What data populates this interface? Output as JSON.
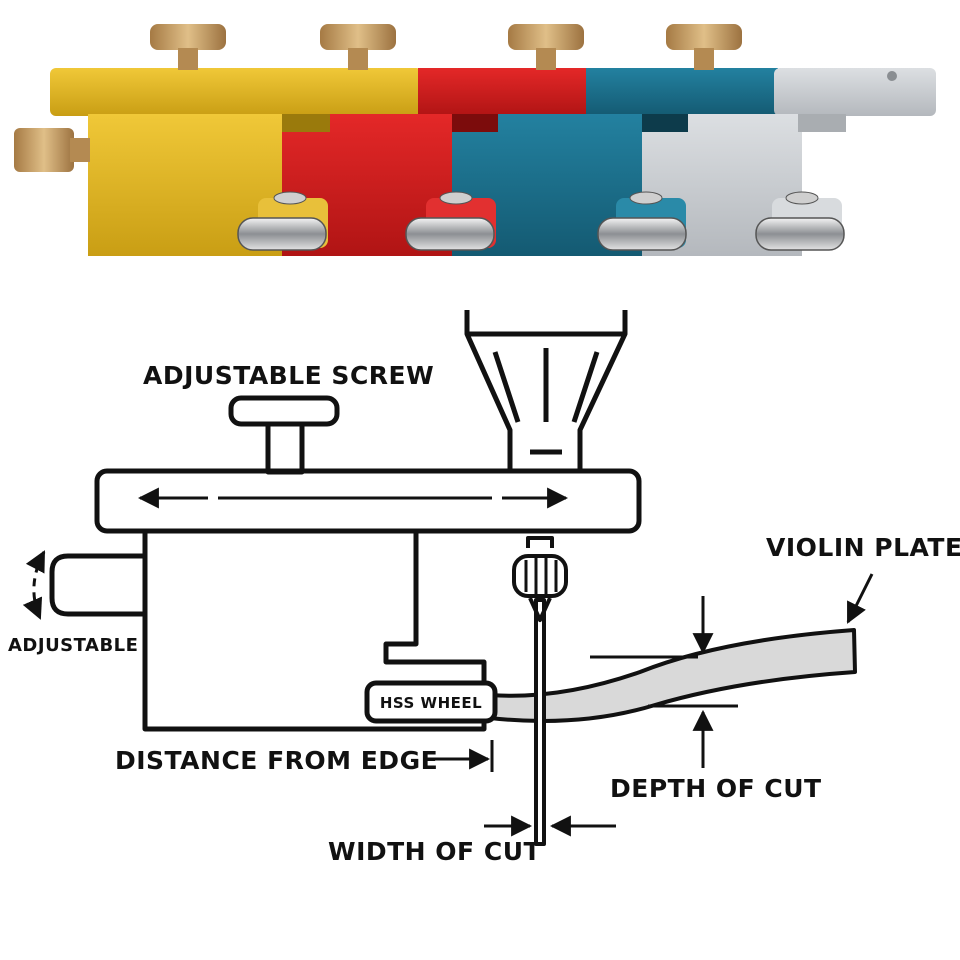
{
  "photo": {
    "blocks": [
      {
        "name": "gold",
        "color": "#e0b41e",
        "dark": "#b98f0c"
      },
      {
        "name": "red",
        "color": "#d81d1d",
        "dark": "#a10f10"
      },
      {
        "name": "teal",
        "color": "#1d708a",
        "dark": "#0f4e63"
      },
      {
        "name": "silver",
        "color": "#c9ccd0",
        "dark": "#9ea3a8"
      }
    ],
    "knob_color": "#c9a16b"
  },
  "labels": {
    "adjustable_screw": "ADJUSTABLE SCREW",
    "adjustable": "ADJUSTABLE",
    "hss_wheel": "HSS WHEEL",
    "distance_from_edge": "DISTANCE FROM EDGE",
    "violin_plate": "VIOLIN PLATE",
    "depth_of_cut": "DEPTH OF CUT",
    "width_of_cut": "WIDTH OF CUT"
  }
}
